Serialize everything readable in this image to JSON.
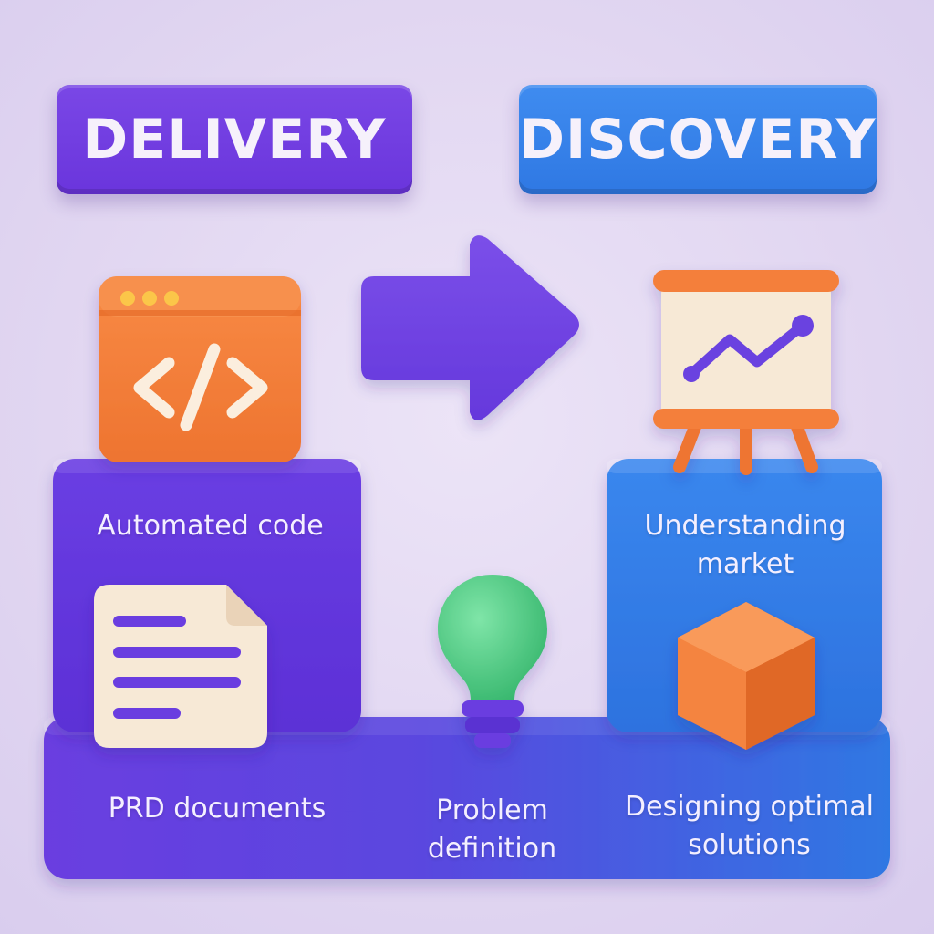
{
  "headers": {
    "delivery": "DELIVERY",
    "discovery": "DISCOVERY"
  },
  "captions": {
    "automated_code": "Automated code",
    "understanding_market": "Understanding market",
    "prd_documents": "PRD documents",
    "problem_definition": "Problem definition",
    "designing_solutions": "Designing optimal solutions"
  },
  "colors": {
    "delivery_purple": "#6a35dc",
    "discovery_blue": "#2f78e3",
    "accent_orange": "#f47f3a",
    "bulb_green": "#4fcf86",
    "paper_cream": "#f7e9d6",
    "background": "#e1d6f1"
  },
  "icons": {
    "code_window": "code-window-icon",
    "arrow": "arrow-right-icon",
    "chart_easel": "chart-easel-icon",
    "document": "document-icon",
    "lightbulb": "lightbulb-icon",
    "cube": "cube-icon"
  }
}
